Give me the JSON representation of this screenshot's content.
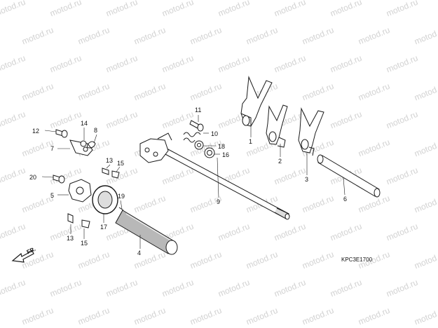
{
  "watermark": "motod.ru",
  "diagram_code": "KPC3E1700",
  "direction_label": "FR.",
  "callouts": {
    "c1": "1",
    "c2": "2",
    "c3": "3",
    "c4": "4",
    "c5": "5",
    "c6": "6",
    "c7": "7",
    "c8": "8",
    "c9": "9",
    "c10": "10",
    "c11": "11",
    "c12": "12",
    "c13a": "13",
    "c13b": "13",
    "c14": "14",
    "c15a": "15",
    "c15b": "15",
    "c16": "16",
    "c17": "17",
    "c18": "18",
    "c19": "19",
    "c20": "20"
  },
  "colors": {
    "ink": "#1a1a1a",
    "fill": "#ffffff",
    "shade": "#b8b8b8",
    "watermark": "#d2d2d2"
  }
}
